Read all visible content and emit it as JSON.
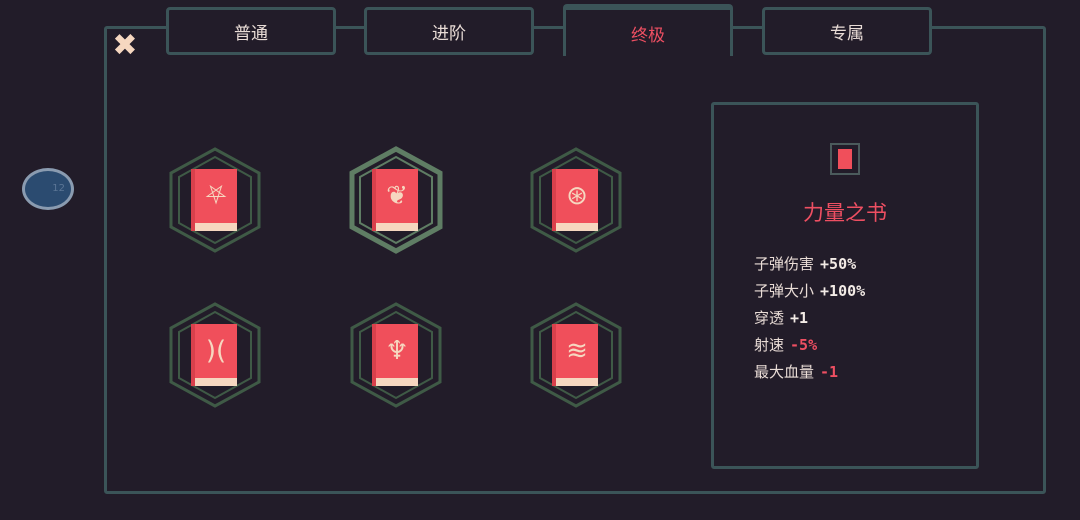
{
  "tabs": [
    {
      "label": "普通"
    },
    {
      "label": "进阶"
    },
    {
      "label": "终极",
      "active": true
    },
    {
      "label": "专属"
    }
  ],
  "side_badge": "12",
  "close_icon": "close-x-icon",
  "colors": {
    "accent": "#ee4f62",
    "border": "#3b5458",
    "book": "#f04f5b",
    "selected_frame": "#5f7d64",
    "frame": "#3f5a46"
  },
  "items": [
    {
      "glyph": "⛧",
      "icon": "demon-face-icon"
    },
    {
      "glyph": "❦",
      "icon": "leaf-icon",
      "selected": true
    },
    {
      "glyph": "⊛",
      "icon": "pentagram-icon"
    },
    {
      "glyph": ")(",
      "icon": "split-icon"
    },
    {
      "glyph": "♆",
      "icon": "flame-icon"
    },
    {
      "glyph": "≋",
      "icon": "wind-icon"
    }
  ],
  "detail": {
    "title": "力量之书",
    "stats": [
      {
        "label": "子弹伤害",
        "value": "+50%",
        "type": "pos"
      },
      {
        "label": "子弹大小",
        "value": "+100%",
        "type": "pos"
      },
      {
        "label": "穿透",
        "value": "+1",
        "type": "pos"
      },
      {
        "label": "射速",
        "value": "-5%",
        "type": "neg"
      },
      {
        "label": "最大血量",
        "value": "-1",
        "type": "neg"
      }
    ]
  }
}
